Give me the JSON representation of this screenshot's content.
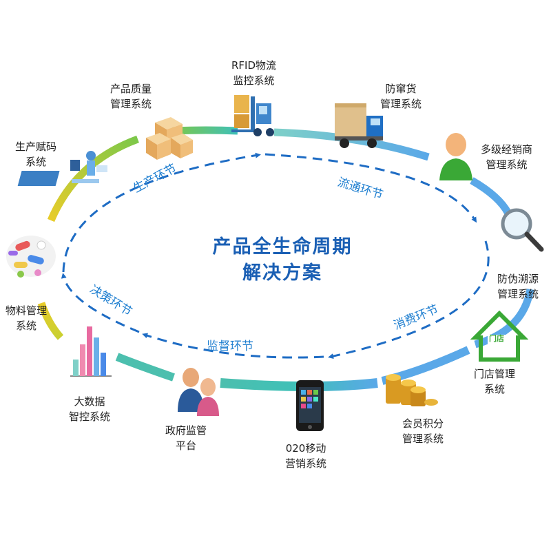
{
  "title": {
    "line1": "产品全生命周期",
    "line2": "解决方案"
  },
  "phases": {
    "production": "生产环节",
    "circulation": "流通环节",
    "consumption": "消费环节",
    "supervision": "监督环节",
    "decision": "决策环节"
  },
  "nodes": {
    "production_coding": [
      "生产赋码",
      "系统"
    ],
    "quality": [
      "产品质量",
      "管理系统"
    ],
    "rfid": [
      "RFID物流",
      "监控系统"
    ],
    "anti_diversion": [
      "防窜货",
      "管理系统"
    ],
    "distributor": [
      "多级经销商",
      "管理系统"
    ],
    "anti_counterfeit": [
      "防伪溯源",
      "管理系统"
    ],
    "store": [
      "门店管理",
      "系统"
    ],
    "store_sign": "门店",
    "member": [
      "会员积分",
      "管理系统"
    ],
    "o2o": [
      "020移动",
      "营销系统"
    ],
    "government": [
      "政府监管",
      "平台"
    ],
    "bigdata": [
      "大数据",
      "智控系统"
    ],
    "material": [
      "物料管理",
      "系统"
    ]
  },
  "colors": {
    "title": "#1a5fb4",
    "dashed_arrow": "#1e6cc4",
    "ring_yellow": "#e8cc2a",
    "ring_green": "#7cc84a",
    "ring_teal": "#3fc0b8",
    "ring_blue": "#5aa8e8"
  },
  "icons": {
    "production_coding": "production-line-icon",
    "quality": "boxes-icon",
    "rfid": "forklift-icon",
    "anti_diversion": "delivery-truck-icon",
    "distributor": "person-icon",
    "anti_counterfeit": "magnifier-icon",
    "store": "store-house-icon",
    "member": "coins-icon",
    "o2o": "smartphone-icon",
    "government": "officials-icon",
    "bigdata": "bar-chart-icon",
    "material": "pills-icon"
  }
}
